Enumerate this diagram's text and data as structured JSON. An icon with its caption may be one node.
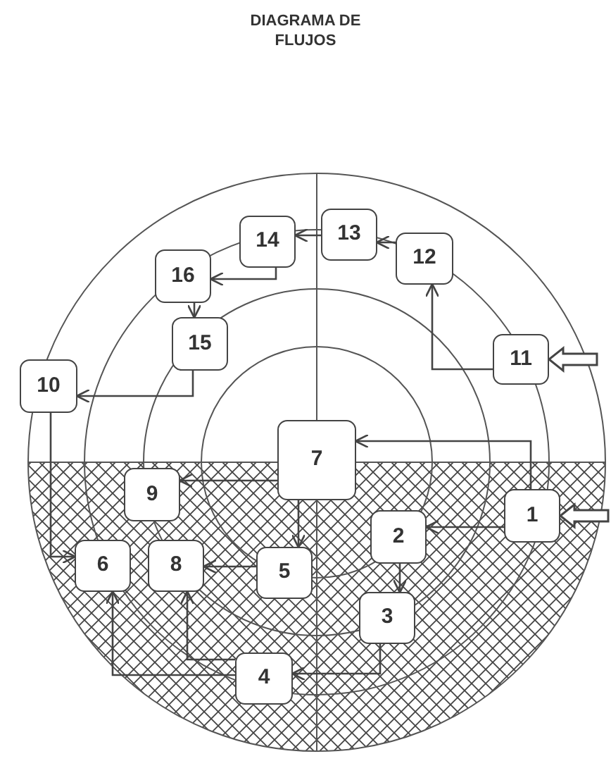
{
  "diagram": {
    "title": "DIAGRAMA DE FLUJOS",
    "nodes": [
      {
        "text": [
          "1"
        ]
      },
      {
        "text": [
          "2"
        ]
      },
      {
        "text": [
          "3"
        ]
      },
      {
        "text": [
          "4"
        ]
      },
      {
        "text": [
          "5"
        ]
      },
      {
        "text": [
          "6"
        ]
      },
      {
        "text": [
          "7"
        ]
      },
      {
        "text": [
          "8"
        ]
      },
      {
        "text": [
          "9"
        ]
      },
      {
        "text": [
          "10"
        ]
      },
      {
        "text": [
          "11"
        ]
      },
      {
        "text": [
          "12"
        ]
      },
      {
        "text": [
          "13"
        ]
      },
      {
        "text": [
          "14"
        ]
      },
      {
        "text": [
          "15"
        ]
      },
      {
        "text": [
          "16"
        ]
      }
    ],
    "edges": [
      {
        "from": null,
        "to": 10,
        "arrow": "to"
      },
      {
        "from": null,
        "to": 0,
        "arrow": "to"
      },
      {
        "from": 10,
        "to": 11,
        "arrow": "to"
      },
      {
        "from": 11,
        "to": 12,
        "arrow": "to"
      },
      {
        "from": 12,
        "to": 13,
        "arrow": "to"
      },
      {
        "from": 13,
        "to": 15,
        "arrow": "to"
      },
      {
        "from": 15,
        "to": 14,
        "arrow": "to"
      },
      {
        "from": 14,
        "to": 9,
        "arrow": "to"
      },
      {
        "from": 9,
        "to": 5,
        "arrow": "to"
      },
      {
        "from": 0,
        "to": 6,
        "arrow": "to"
      },
      {
        "from": 0,
        "to": 1,
        "arrow": "to"
      },
      {
        "from": 1,
        "to": 2,
        "arrow": "to"
      },
      {
        "from": 2,
        "to": 3,
        "arrow": "to"
      },
      {
        "from": 6,
        "to": 8,
        "arrow": "to"
      },
      {
        "from": 6,
        "to": 4,
        "arrow": "to"
      },
      {
        "from": 4,
        "to": 7,
        "arrow": "to"
      },
      {
        "from": 3,
        "to": 7,
        "arrow": "to"
      },
      {
        "from": 3,
        "to": 5,
        "arrow": "to"
      }
    ]
  }
}
